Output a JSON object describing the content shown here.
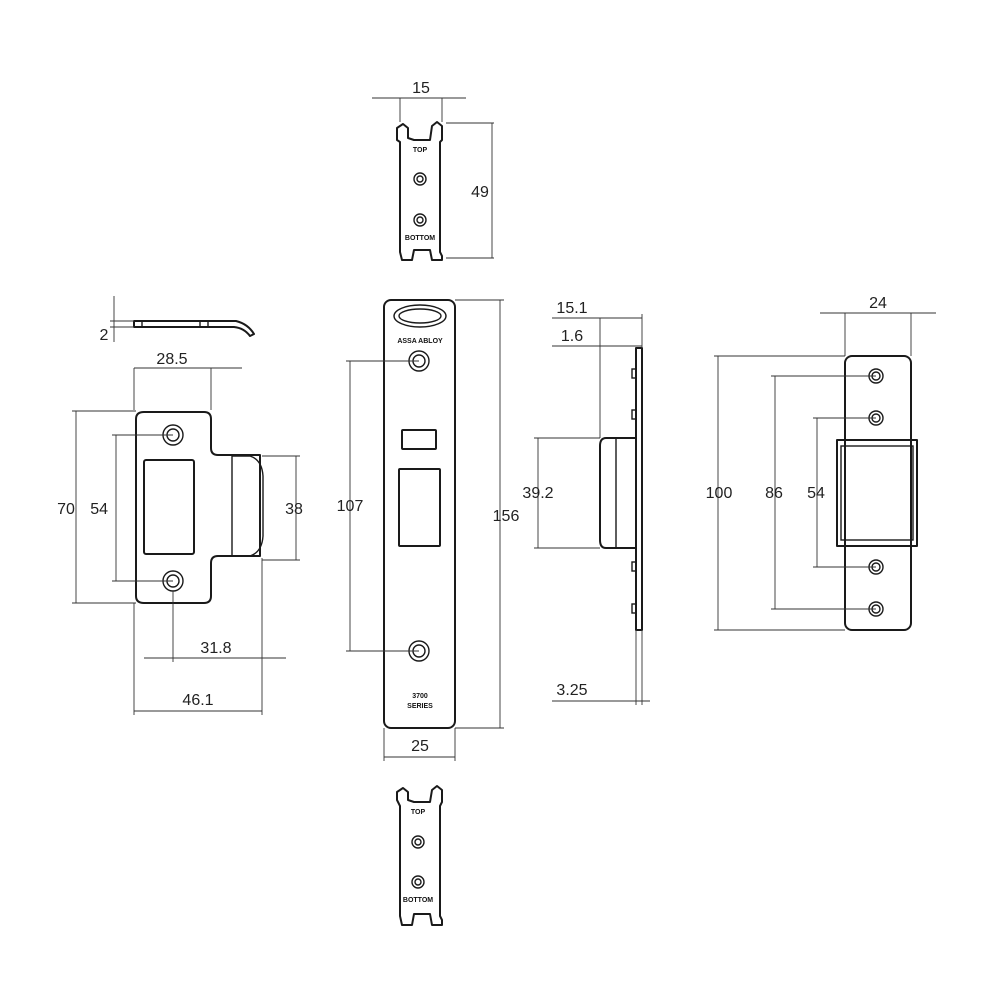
{
  "palette": {
    "line": "#1a1a1a",
    "dimension": "#333333",
    "background": "#ffffff"
  },
  "views": {
    "top_plate": {
      "width": "15",
      "height": "49",
      "mark_top": "TOP",
      "mark_bottom": "BOTTOM"
    },
    "bottom_plate": {
      "mark_top": "TOP",
      "mark_bottom": "BOTTOM"
    },
    "strike_profile": {
      "thickness": "2"
    },
    "strike_plate": {
      "width_top": "28.5",
      "height": "70",
      "hole_spacing": "54",
      "box_height": "38",
      "lip_offset": "31.8",
      "overall_width": "46.1"
    },
    "faceplate": {
      "hole_spacing": "107",
      "length": "156",
      "width": "25",
      "brand": "ASSA ABLOY",
      "series_line1": "3700",
      "series_line2": "SERIES"
    },
    "side_view": {
      "depth": "15.1",
      "plate_thickness": "1.6",
      "box_height": "39.2",
      "tab": "3.25"
    },
    "box_view": {
      "width": "24",
      "length": "100",
      "hole_spacing_outer": "86",
      "hole_spacing_inner": "54"
    }
  }
}
